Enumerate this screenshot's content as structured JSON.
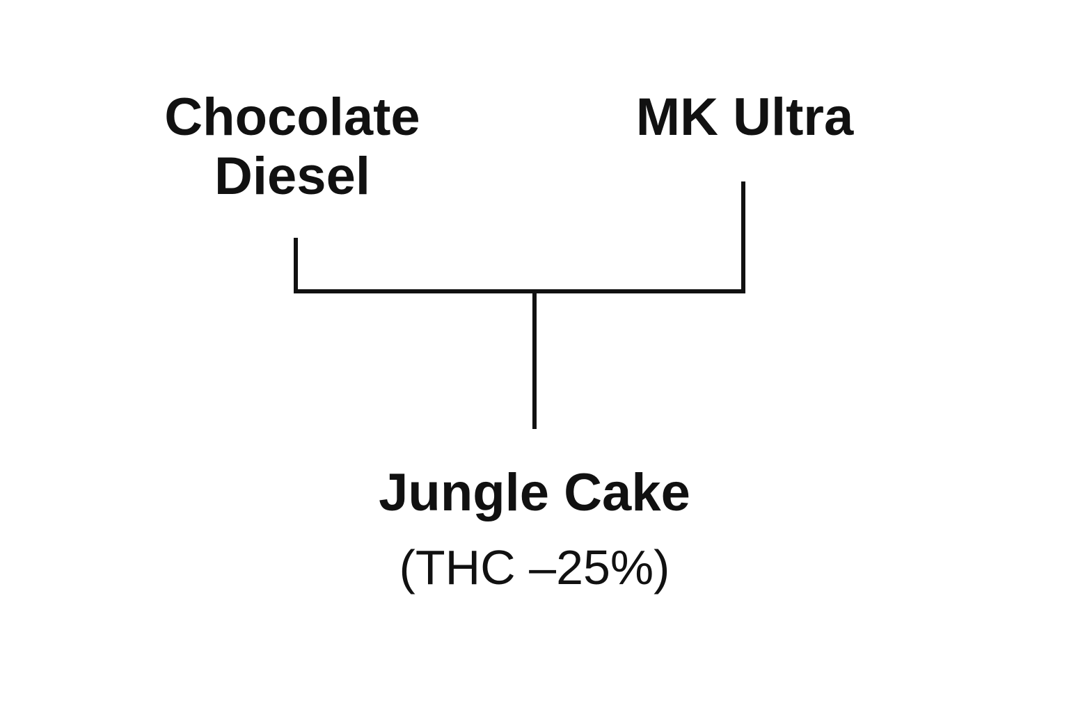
{
  "diagram": {
    "parents": [
      {
        "line1": "Chocolate",
        "line2": "Diesel"
      },
      {
        "name": "MK Ultra"
      }
    ],
    "child": {
      "name": "Jungle Cake",
      "info": "(THC –25%)"
    }
  }
}
